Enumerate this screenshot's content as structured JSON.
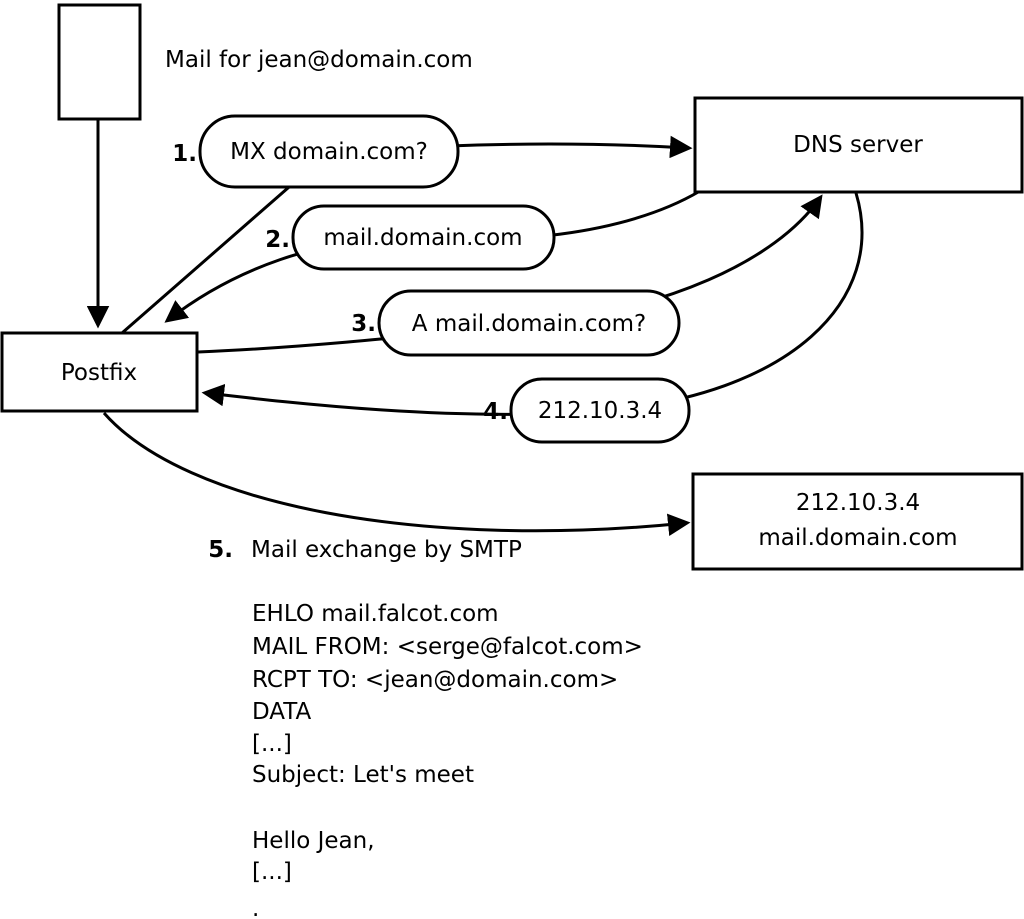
{
  "colors": {
    "ink": "#000000",
    "background": "#ffffff"
  },
  "diagram": {
    "mail_note": "Mail for jean@domain.com",
    "postfix_label": "Postfix",
    "dns_label": "DNS server",
    "steps": [
      {
        "num": "1.",
        "label": "MX domain.com?"
      },
      {
        "num": "2.",
        "label": "mail.domain.com"
      },
      {
        "num": "3.",
        "label": "A mail.domain.com?"
      },
      {
        "num": "4.",
        "label": "212.10.3.4"
      }
    ],
    "step5": {
      "num": "5.",
      "label": "Mail exchange by SMTP"
    },
    "server_box": {
      "line1": "212.10.3.4",
      "line2": "mail.domain.com"
    },
    "smtp_transcript": [
      "EHLO mail.falcot.com",
      "MAIL FROM: <serge@falcot.com>",
      "RCPT TO: <jean@domain.com>",
      "DATA",
      "[...]",
      "Subject: Let's meet",
      "",
      "Hello Jean,",
      "[...]",
      "",
      "."
    ]
  }
}
